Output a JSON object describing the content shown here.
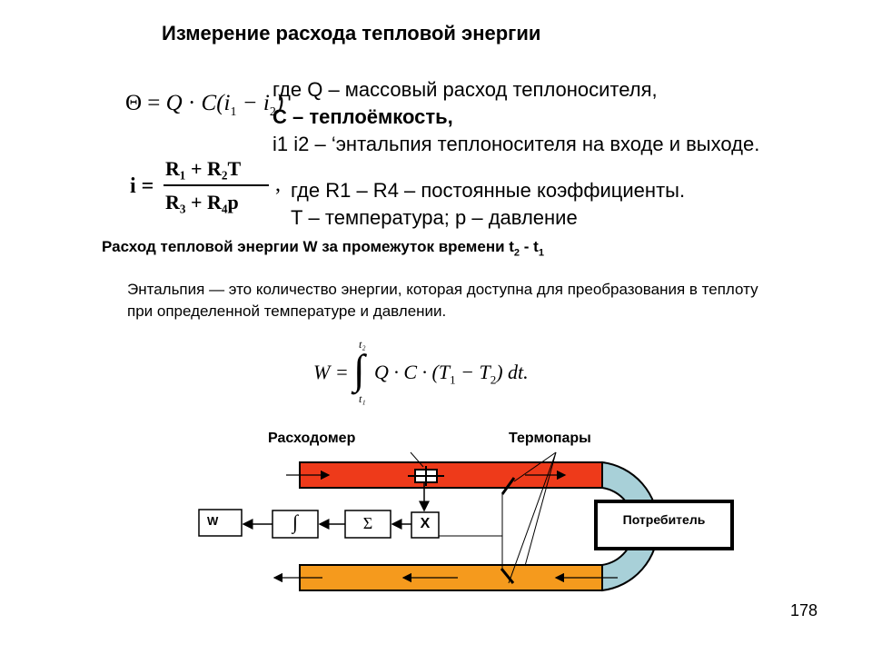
{
  "title": "Измерение расхода тепловой энергии",
  "formula_theta": {
    "lhs": "Θ = ",
    "q": "Q",
    "dot": " · ",
    "c": "C",
    "open": "(i",
    "sub1": "1",
    "minus": " − i",
    "sub2": "2",
    "close": ")"
  },
  "def_block_1": {
    "line1": "где Q – массовый расход теплоносителя,",
    "line2": "С – теплоёмкость,",
    "line3": "i1 i2 – ‘энтальпия теплоносителя на входе и выходе."
  },
  "formula_i": {
    "lhs": "i =",
    "num": "R₁ + R₂T",
    "den": "R₃ + R₄p",
    "comma": ","
  },
  "def_block_2": {
    "line1": "где R1 – R4 – постоянные коэффициенты.",
    "line2": "Т – температура; p – давление"
  },
  "subtitle": {
    "text": "Расход тепловой энергии W за промежуток времени  t",
    "sub_a": "2",
    "dash": " - t",
    "sub_b": "1"
  },
  "definition": "Энтальпия — это количество энергии, которая доступна для преобразования в теплоту при определенной температуре и давлении.",
  "formula_w": {
    "lhs": "W = ",
    "upper": "t₂",
    "lower": "t₁",
    "body": "Q · C · (T",
    "sub1": "1",
    "minus": " − T",
    "sub2": "2",
    "tail": ") dt."
  },
  "diagram": {
    "flowmeter_label": "Расходомер",
    "thermocouples_label": "Термопары",
    "consumer_label": "Потребитель",
    "block_w": "W",
    "block_integral": "∫",
    "block_sum": "Σ",
    "block_mult": "X",
    "colors": {
      "supply_pipe": "#ee3a1a",
      "return_pipe": "#f59a1d",
      "bend": "#a8d0d8"
    }
  },
  "page_number": "178"
}
